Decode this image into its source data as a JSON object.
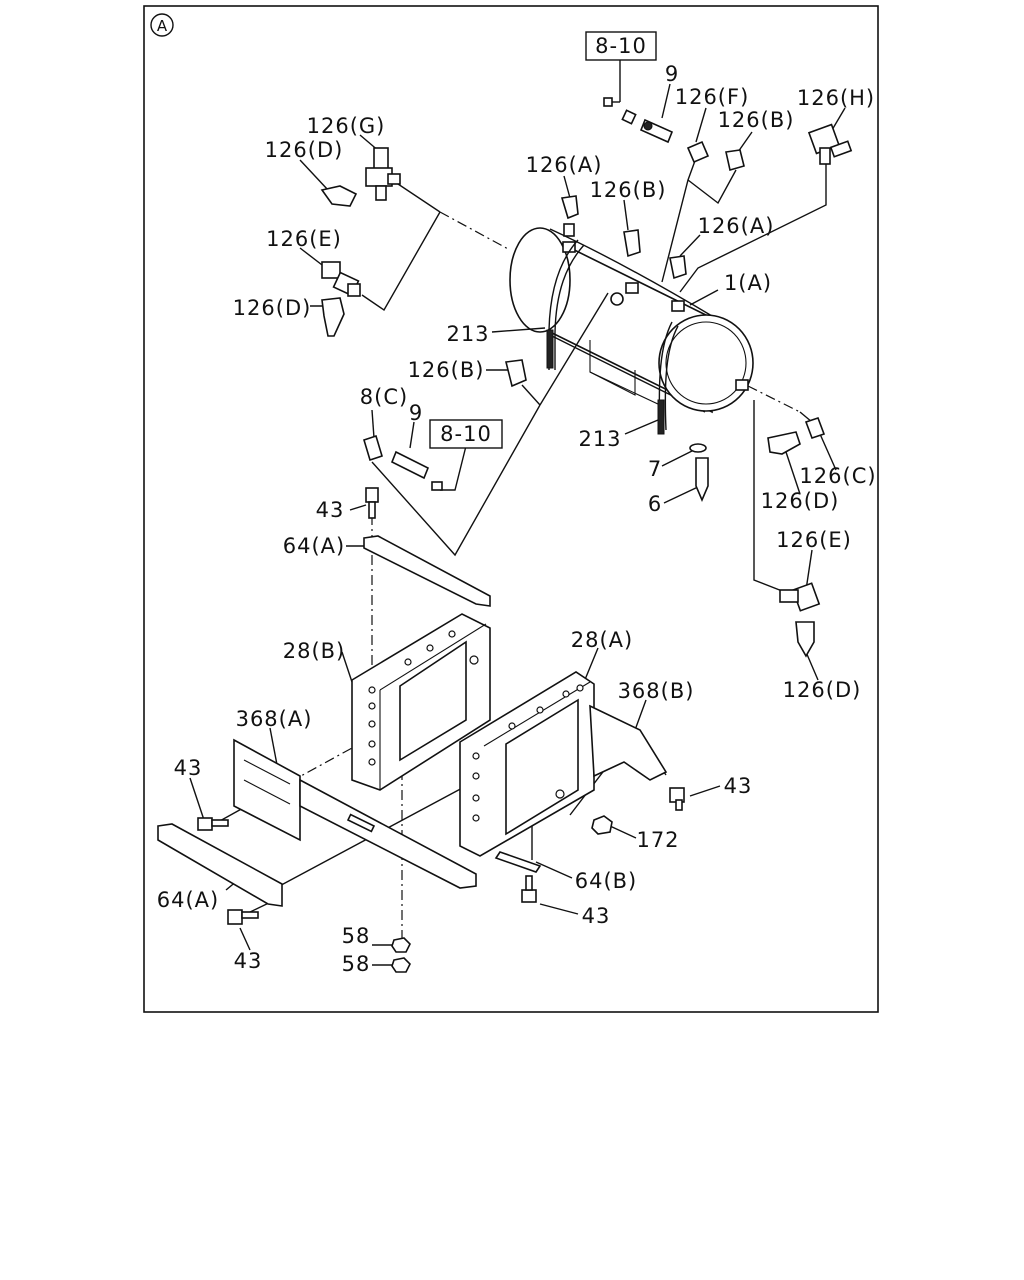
{
  "view_marker": "A",
  "labels": {
    "l_8_10_top": "8-10",
    "l_9_top": "9",
    "l_126F": "126(F)",
    "l_126B_top": "126(B)",
    "l_126H": "126(H)",
    "l_126G": "126(G)",
    "l_126D_tl": "126(D)",
    "l_126A_mid": "126(A)",
    "l_126B_mid": "126(B)",
    "l_126A_right": "126(A)",
    "l_126E_left": "126(E)",
    "l_1A": "1(A)",
    "l_126D_left": "126(D)",
    "l_213_top": "213",
    "l_126B_low": "126(B)",
    "l_8C": "8(C)",
    "l_9_mid": "9",
    "l_8_10_mid": "8-10",
    "l_213_bot": "213",
    "l_7": "7",
    "l_126C": "126(C)",
    "l_126D_right": "126(D)",
    "l_6": "6",
    "l_43_a": "43",
    "l_64A_top": "64(A)",
    "l_126E_right": "126(E)",
    "l_28B": "28(B)",
    "l_28A": "28(A)",
    "l_368B": "368(B)",
    "l_126D_bot": "126(D)",
    "l_368A": "368(A)",
    "l_43_b": "43",
    "l_43_c": "43",
    "l_172": "172",
    "l_64B": "64(B)",
    "l_64A_bot": "64(A)",
    "l_43_d": "43",
    "l_43_e": "43",
    "l_58_a": "58",
    "l_58_b": "58"
  }
}
